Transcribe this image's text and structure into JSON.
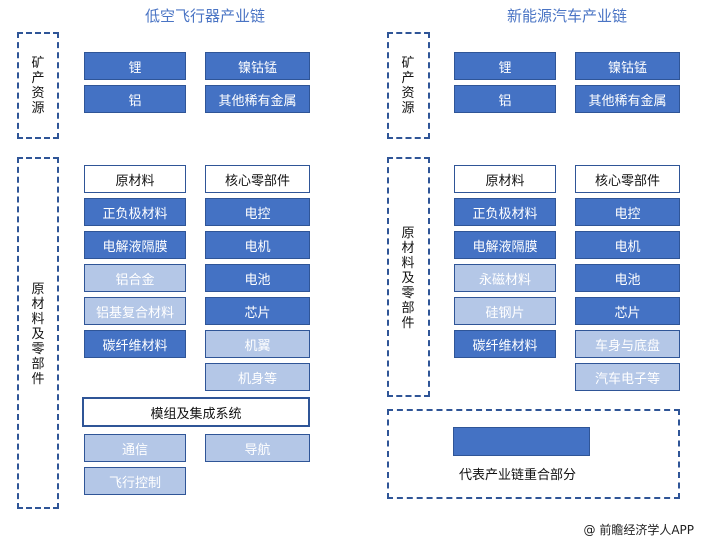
{
  "left": {
    "title": "低空飞行器产业链",
    "mineral_label": "矿产资源",
    "parts_label": "原材料及零部件",
    "minerals": [
      "锂",
      "镍钴锰",
      "铝",
      "其他稀有金属"
    ],
    "raw_header": "原材料",
    "core_header": "核心零部件",
    "raw": [
      "正负极材料",
      "电解液隔膜",
      "铝合金",
      "铝基复合材料",
      "碳纤维材料"
    ],
    "core": [
      "电控",
      "电机",
      "电池",
      "芯片",
      "机翼",
      "机身等"
    ],
    "module": "模组及集成系统",
    "systems": [
      "通信",
      "导航",
      "飞行控制"
    ]
  },
  "right": {
    "title": "新能源汽车产业链",
    "mineral_label": "矿产资源",
    "parts_label": "原材料及零部件",
    "minerals": [
      "锂",
      "镍钴锰",
      "铝",
      "其他稀有金属"
    ],
    "raw_header": "原材料",
    "core_header": "核心零部件",
    "raw": [
      "正负极材料",
      "电解液隔膜",
      "永磁材料",
      "硅钢片",
      "碳纤维材料"
    ],
    "core": [
      "电控",
      "电机",
      "电池",
      "芯片",
      "车身与底盘",
      "汽车电子等"
    ]
  },
  "legend": {
    "label": "代表产业链重合部分"
  },
  "footer": "@ 前瞻经济学人APP",
  "colors": {
    "overlap": "#4472c4",
    "nonoverlap": "#b4c7e7",
    "border": "#2f5597"
  }
}
